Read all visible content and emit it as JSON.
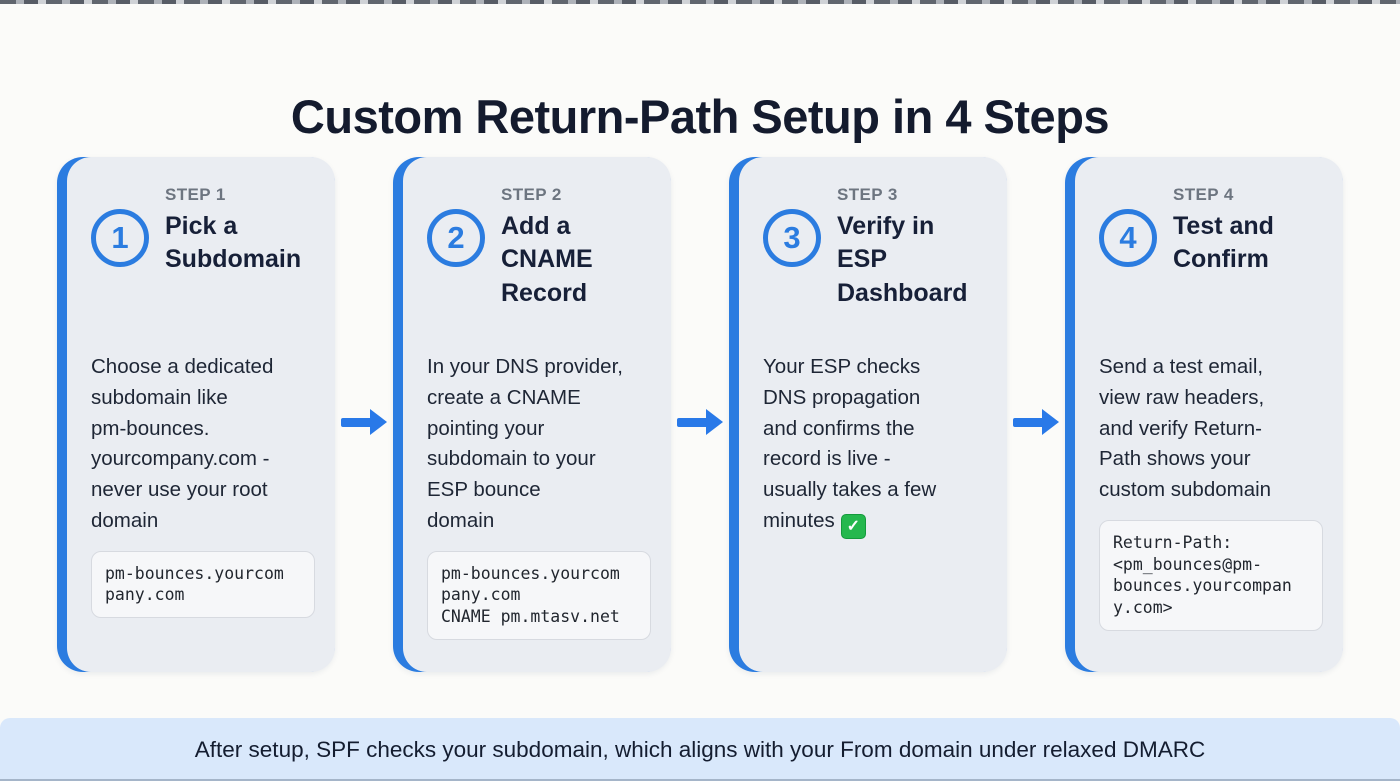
{
  "page": {
    "title": "Custom Return-Path Setup in 4 Steps",
    "footer_note": "After setup, SPF checks your subdomain, which aligns with your From domain under relaxed DMARC"
  },
  "colors": {
    "accent_blue": "#2b7ce0",
    "card_bg": "#eaedf2",
    "code_bg": "#f6f7f9",
    "footer_bg": "#d9e8fb",
    "title_navy": "#141b2e",
    "step_label_gray": "#6d7580",
    "check_green": "#25b84e"
  },
  "steps": [
    {
      "step_label": "STEP 1",
      "number": "1",
      "title": "Pick a\nSubdomain",
      "body": "Choose a dedicated\nsubdomain like\npm-bounces.\nyourcompany.com -\nnever use your root\ndomain",
      "code": "pm-bounces.yourcom\npany.com"
    },
    {
      "step_label": "STEP 2",
      "number": "2",
      "title": "Add a\nCNAME\nRecord",
      "body": "In your DNS provider,\ncreate a CNAME\npointing your\nsubdomain to your\nESP bounce\ndomain",
      "code": "pm-bounces.yourcom\npany.com\nCNAME pm.mtasv.net"
    },
    {
      "step_label": "STEP 3",
      "number": "3",
      "title": "Verify in\nESP\nDashboard",
      "body": "Your ESP checks\nDNS propagation\nand confirms the\nrecord is live -\nusually takes a few\nminutes",
      "check_icon": "✓"
    },
    {
      "step_label": "STEP 4",
      "number": "4",
      "title": "Test and\nConfirm",
      "body": "Send a test email,\nview raw headers,\nand verify Return-\nPath shows your\ncustom subdomain",
      "code": "Return-Path:\n<pm_bounces@pm-\nbounces.yourcompan\ny.com>"
    }
  ]
}
